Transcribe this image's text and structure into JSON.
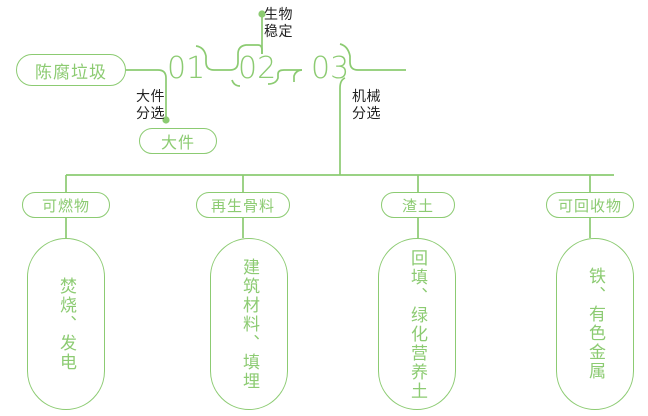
{
  "theme": {
    "line_color": "#8ccb72",
    "text_green": "#8ccb72",
    "text_dark": "#222222",
    "background": "#ffffff"
  },
  "source": {
    "label": "陈腐垃圾"
  },
  "stages": [
    {
      "number": "01",
      "note": "大件\n分选"
    },
    {
      "number": "02",
      "note": "生物\n稳定"
    },
    {
      "number": "03",
      "note": "机械\n分选"
    }
  ],
  "bulky_output": {
    "label": "大件"
  },
  "categories": [
    {
      "label": "可燃物",
      "outcome": "焚烧、发电"
    },
    {
      "label": "再生骨料",
      "outcome": "建筑材料、填埋"
    },
    {
      "label": "渣土",
      "outcome": "回填、绿化营养土"
    },
    {
      "label": "可回收物",
      "outcome": "铁、有色金属"
    }
  ]
}
